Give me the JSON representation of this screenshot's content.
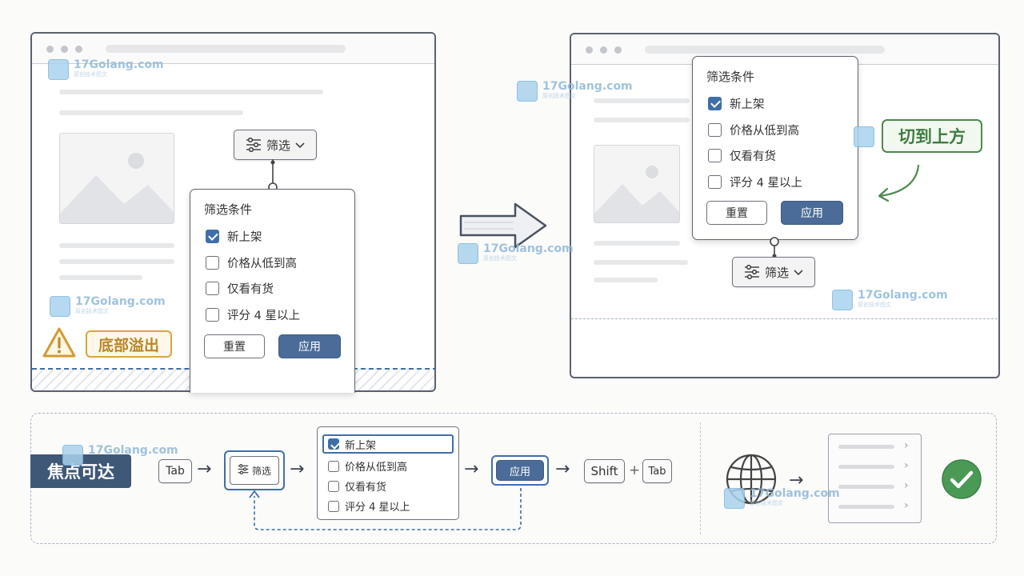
{
  "watermark": {
    "text": "17Golang.com",
    "sub": "原创技术图文"
  },
  "left_scene": {
    "filter_button": "筛选",
    "panel_title": "筛选条件",
    "options": [
      {
        "label": "新上架",
        "checked": true
      },
      {
        "label": "价格从低到高",
        "checked": false
      },
      {
        "label": "仅看有货",
        "checked": false
      },
      {
        "label": "评分 4 星以上",
        "checked": false
      }
    ],
    "reset_label": "重置",
    "apply_label": "应用",
    "warning_label": "底部溢出"
  },
  "right_scene": {
    "filter_button": "筛选",
    "panel_title": "筛选条件",
    "options": [
      {
        "label": "新上架",
        "checked": true
      },
      {
        "label": "价格从低到高",
        "checked": false
      },
      {
        "label": "仅看有货",
        "checked": false
      },
      {
        "label": "评分 4 星以上",
        "checked": false
      }
    ],
    "reset_label": "重置",
    "apply_label": "应用",
    "flip_label": "切到上方"
  },
  "focus_flow": {
    "title": "焦点可达",
    "tab_key": "Tab",
    "filter_label": "筛选",
    "options": [
      {
        "label": "新上架",
        "checked": true
      },
      {
        "label": "价格从低到高",
        "checked": false
      },
      {
        "label": "仅看有货",
        "checked": false
      },
      {
        "label": "评分 4 星以上",
        "checked": false
      }
    ],
    "apply_label": "应用",
    "shift_key": "Shift",
    "plus": "+",
    "tab_key2": "Tab"
  },
  "colors": {
    "accent_blue": "#4b6c98",
    "warning_orange": "#d9a441",
    "flip_green": "#4c8a4f",
    "focus_label_bg": "#3f5878",
    "check_green": "#4a9a55"
  }
}
